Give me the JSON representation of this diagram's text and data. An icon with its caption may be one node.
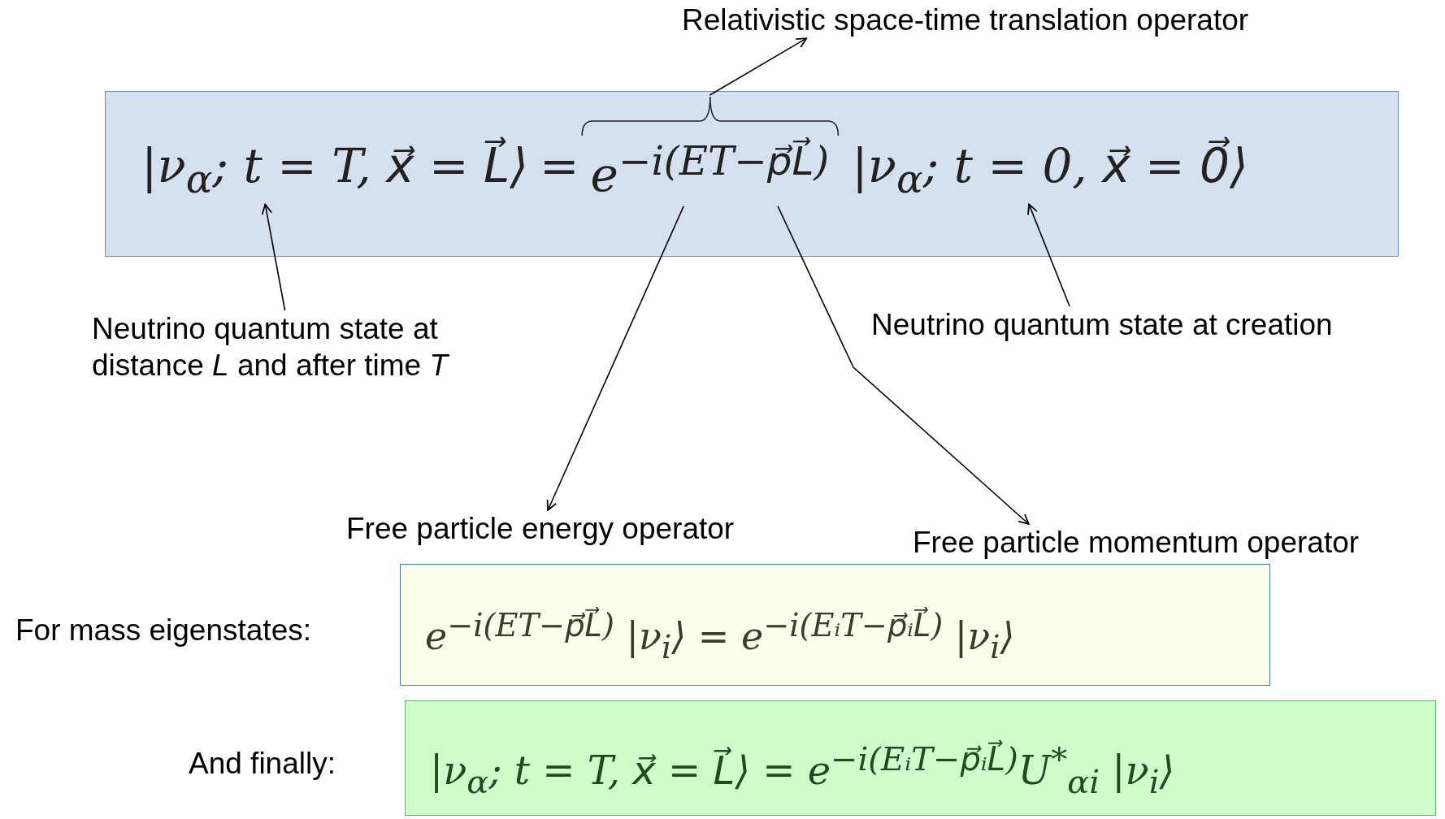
{
  "diagram": {
    "nodes": [
      {
        "text": [
          "="
        ]
      },
      {
        "text": [
          "|ν$_{α}$; t = T, x⃗ = L⃗⟩"
        ],
        "in": 0
      },
      {
        "text": [
          "e$^{−i(ET−p⃗L⃗)}$"
        ],
        "in": 0
      },
      {
        "text": [
          "|ν$_{α}$; t = 0, x⃗ = 0⃗⟩"
        ],
        "in": 0
      },
      {
        "text": [
          "Neutrino quantum state at distance *L* and after time *T*"
        ]
      },
      {
        "text": [
          "Relativistic space-time translation operator"
        ]
      },
      {
        "text": [
          "Neutrino quantum state at creation"
        ]
      },
      {
        "text": [
          "Free particle energy operator"
        ]
      },
      {
        "text": [
          "Free particle momentum operator"
        ]
      },
      {
        "text": [
          "e$^{−i(ET−p⃗L⃗)}$ |ν$_{i}$⟩ = e$^{−i(EᵢT−p⃗ᵢL⃗)}$ |ν$_{i}$⟩"
        ]
      },
      {
        "text": [
          "|ν$_{α}$; t = T, x⃗ = L⃗⟩ = e$^{−i(EᵢT−p⃗ᵢL⃗)}$U$^{*}$$_{αi}$ |ν$_{i}$⟩"
        ]
      }
    ],
    "edges": [
      {
        "from": 4,
        "to": 1,
        "arrow": "to"
      },
      {
        "from": 2,
        "to": 5,
        "arrow": "to"
      },
      {
        "from": 2,
        "to": 7,
        "arrow": "to"
      },
      {
        "from": 2,
        "to": 8,
        "arrow": "to"
      },
      {
        "from": 6,
        "to": 3,
        "arrow": "to"
      }
    ],
    "labels": [
      "For mass eigenstates:",
      "And finally:"
    ]
  }
}
